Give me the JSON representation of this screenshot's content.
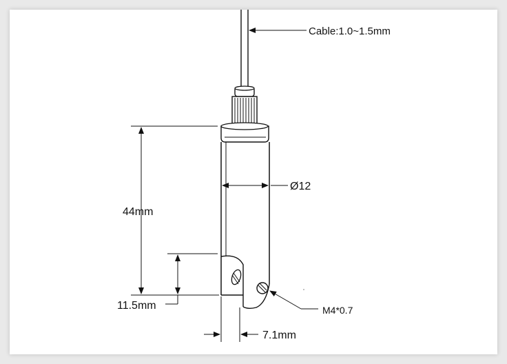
{
  "labels": {
    "cable": "Cable:1.0~1.5mm",
    "diameter": "Ø12",
    "length": "44mm",
    "slot_height": "11.5mm",
    "screw": "M4*0.7",
    "slot_width": "7.1mm"
  },
  "colors": {
    "ink": "#111111",
    "background": "#ffffff",
    "outer": "#e9e9e9"
  }
}
